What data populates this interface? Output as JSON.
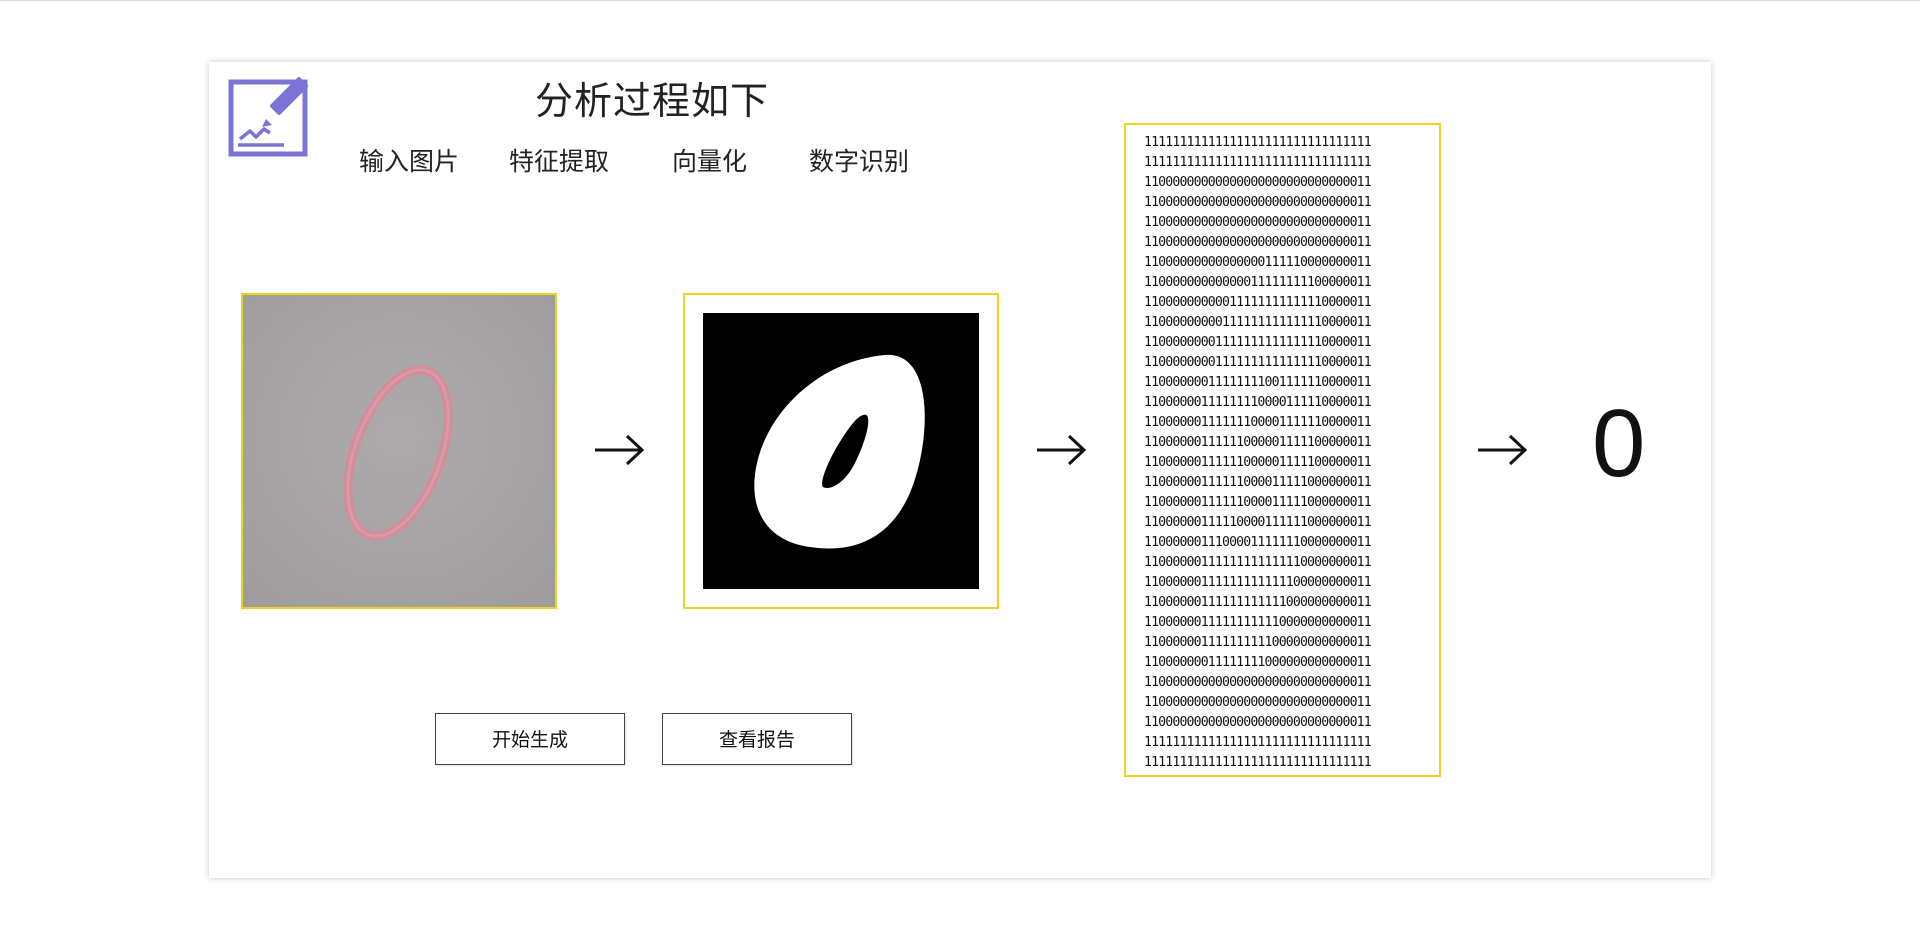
{
  "header": {
    "title": "分析过程如下",
    "logo_icon": "chart-report-icon"
  },
  "steps": [
    {
      "label": "输入图片"
    },
    {
      "label": "特征提取"
    },
    {
      "label": "向量化"
    },
    {
      "label": "数字识别"
    }
  ],
  "pipeline": {
    "input_image": "handwritten-digit-photo",
    "feature_image": "binarized-digit-image",
    "arrow_icon": "right-arrow-icon",
    "vector_rows": [
      "11111111111111111111111111111111",
      "11111111111111111111111111111111",
      "11000000000000000000000000000011",
      "11000000000000000000000000000011",
      "11000000000000000000000000000011",
      "11000000000000000000000000000011",
      "11000000000000000111110000000011",
      "11000000000000011111111100000011",
      "11000000000011111111111110000011",
      "11000000000111111111111110000011",
      "11000000001111111111111110000011",
      "11000000001111111111111110000011",
      "11000000011111111001111110000011",
      "11000000111111110000111110000011",
      "11000000111111100001111110000011",
      "11000000111111000001111100000011",
      "11000000111111000001111100000011",
      "11000000111111000011111000000011",
      "11000000111111000011111000000011",
      "11000000111110000111111000000011",
      "11000000111000011111110000000011",
      "11000000111111111111110000000011",
      "11000000111111111111100000000011",
      "11000000111111111111000000000011",
      "11000000111111111110000000000011",
      "11000000111111111100000000000011",
      "11000000011111111000000000000011",
      "11000000000000000000000000000011",
      "11000000000000000000000000000011",
      "11000000000000000000000000000011",
      "11111111111111111111111111111111",
      "11111111111111111111111111111111"
    ],
    "result": "0"
  },
  "actions": {
    "generate_label": "开始生成",
    "report_label": "查看报告"
  },
  "colors": {
    "frame_border": "#f0d21d",
    "logo_accent": "#7b74d6",
    "ink_stroke": "#d88a98",
    "paper_bg": "#a7a4a5"
  }
}
